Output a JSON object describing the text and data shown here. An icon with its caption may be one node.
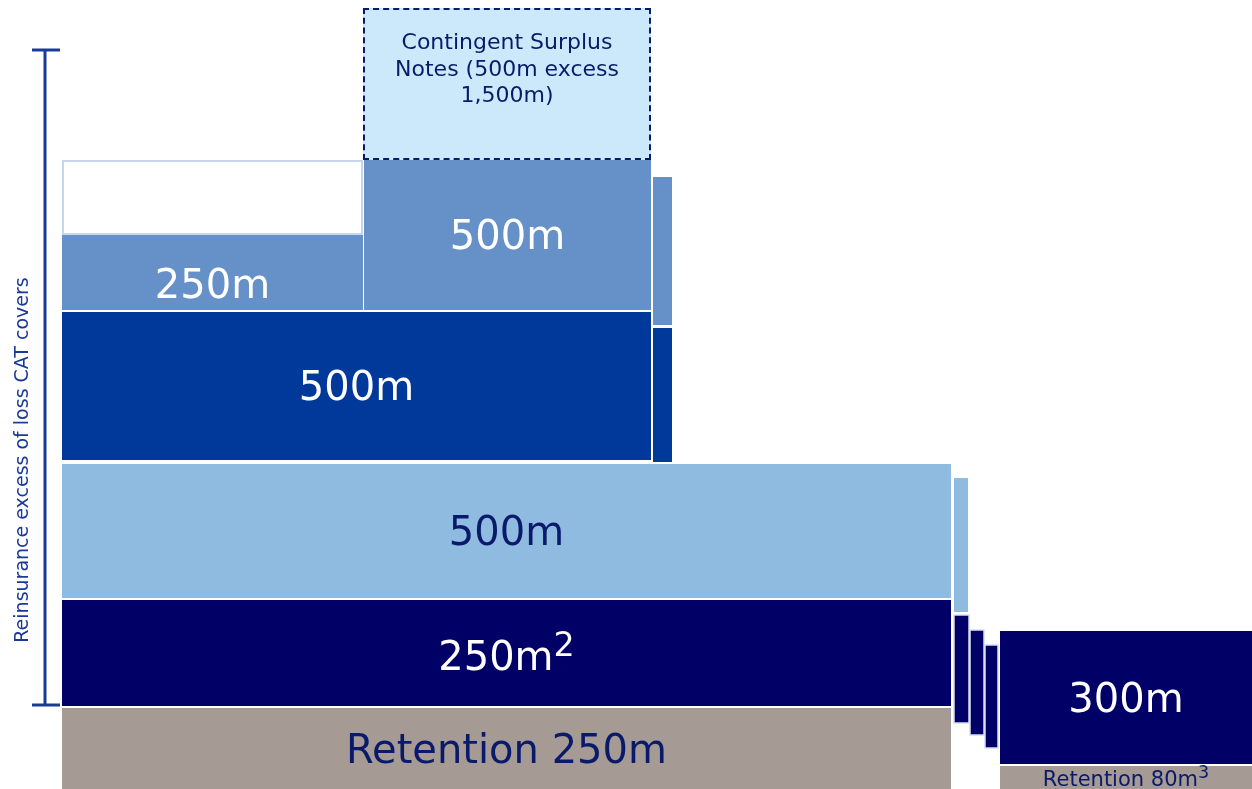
{
  "diagram": {
    "nodes": [
      {
        "text": [
          "Contingent Surplus Notes (500m excess 1,500m)"
        ]
      },
      {
        "text": [],
        "shape": "box"
      },
      {
        "text": [
          "250m"
        ]
      },
      {
        "text": [
          "500m"
        ]
      },
      {
        "text": [
          "500m"
        ]
      },
      {
        "text": [
          "500m"
        ]
      },
      {
        "text": [
          "250m$^{2}$"
        ]
      },
      {
        "text": [
          "Retention 250m"
        ]
      },
      {
        "text": [
          "300m"
        ]
      },
      {
        "text": [
          "Retention 80m$^{3}$"
        ]
      }
    ],
    "labels": [
      "Reinsurance excess of loss CAT covers"
    ]
  }
}
